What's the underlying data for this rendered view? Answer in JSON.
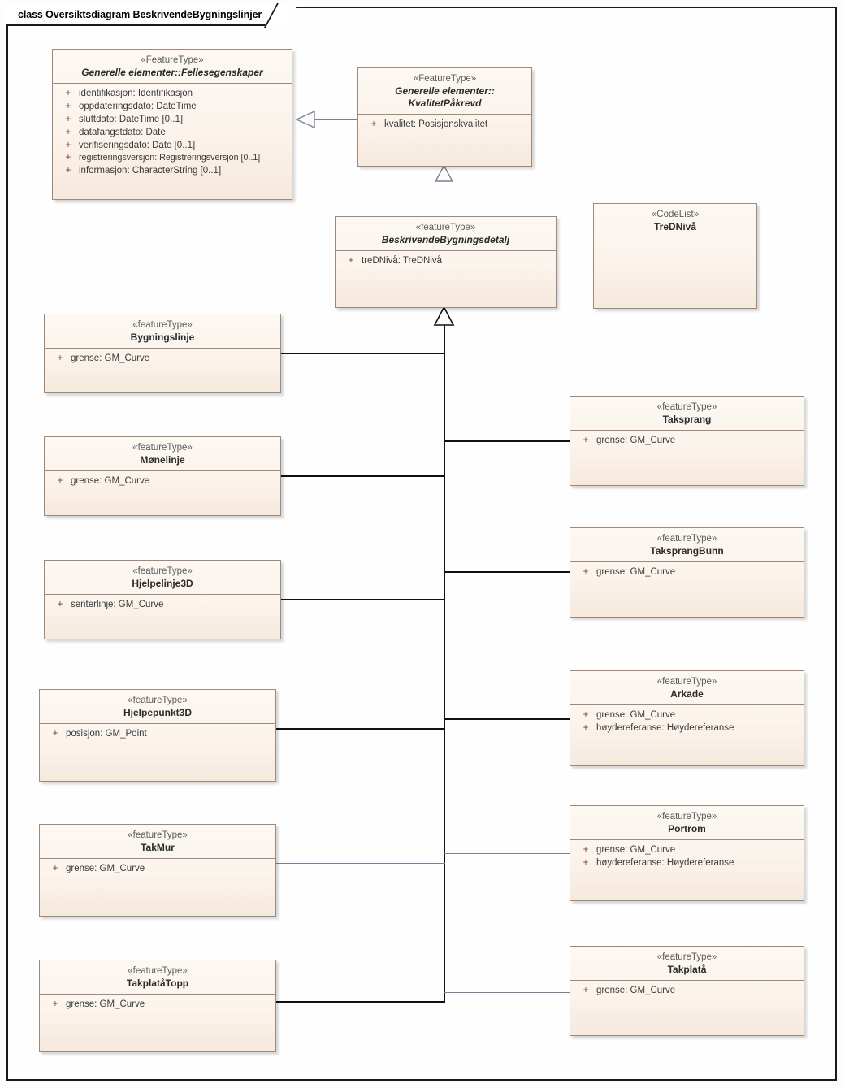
{
  "diagram": {
    "title": "class Oversiktsdiagram BeskrivendeBygningslinjer",
    "accent_border": "#a08878",
    "fill_light": "#fdf8f3",
    "fill_dark": "#f6e9dd",
    "line_black": "#111111",
    "line_blue": "#7b8099"
  },
  "classes": {
    "fellesegenskaper": {
      "stereotype": "«FeatureType»",
      "name": "Generelle elementer::Fellesegenskaper",
      "attributes": [
        {
          "visibility": "+",
          "text": "identifikasjon: Identifikasjon"
        },
        {
          "visibility": "+",
          "text": "oppdateringsdato: DateTime"
        },
        {
          "visibility": "+",
          "text": "sluttdato: DateTime [0..1]"
        },
        {
          "visibility": "+",
          "text": "datafangstdato: Date"
        },
        {
          "visibility": "+",
          "text": "verifiseringsdato: Date [0..1]"
        },
        {
          "visibility": "+",
          "text": "registreringsversjon: Registreringsversjon [0..1]"
        },
        {
          "visibility": "+",
          "text": "informasjon: CharacterString [0..1]"
        }
      ]
    },
    "kvalitetpakrevd": {
      "stereotype": "«FeatureType»",
      "name_line1": "Generelle elementer::",
      "name_line2": "KvalitetPåkrevd",
      "attributes": [
        {
          "visibility": "+",
          "text": "kvalitet: Posisjonskvalitet"
        }
      ]
    },
    "beskrivendebygningsdetalj": {
      "stereotype": "«featureType»",
      "name": "BeskrivendeBygningsdetalj",
      "attributes": [
        {
          "visibility": "+",
          "text": "treDNivå: TreDNivå"
        }
      ]
    },
    "tredniva": {
      "stereotype": "«CodeList»",
      "name": "TreDNivå",
      "attributes": []
    },
    "bygningslinje": {
      "stereotype": "«featureType»",
      "name": "Bygningslinje",
      "attributes": [
        {
          "visibility": "+",
          "text": "grense: GM_Curve"
        }
      ]
    },
    "monelinje": {
      "stereotype": "«featureType»",
      "name": "Mønelinje",
      "attributes": [
        {
          "visibility": "+",
          "text": "grense: GM_Curve"
        }
      ]
    },
    "hjelpelinje3d": {
      "stereotype": "«featureType»",
      "name": "Hjelpelinje3D",
      "attributes": [
        {
          "visibility": "+",
          "text": "senterlinje: GM_Curve"
        }
      ]
    },
    "hjelpepunkt3d": {
      "stereotype": "«featureType»",
      "name": "Hjelpepunkt3D",
      "attributes": [
        {
          "visibility": "+",
          "text": "posisjon: GM_Point"
        }
      ]
    },
    "takmur": {
      "stereotype": "«featureType»",
      "name": "TakMur",
      "attributes": [
        {
          "visibility": "+",
          "text": "grense: GM_Curve"
        }
      ]
    },
    "takplatatopp": {
      "stereotype": "«featureType»",
      "name": "TakplatåTopp",
      "attributes": [
        {
          "visibility": "+",
          "text": "grense: GM_Curve"
        }
      ]
    },
    "taksprang": {
      "stereotype": "«featureType»",
      "name": "Taksprang",
      "attributes": [
        {
          "visibility": "+",
          "text": "grense: GM_Curve"
        }
      ]
    },
    "taksprangbunn": {
      "stereotype": "«featureType»",
      "name": "TaksprangBunn",
      "attributes": [
        {
          "visibility": "+",
          "text": "grense: GM_Curve"
        }
      ]
    },
    "arkade": {
      "stereotype": "«featureType»",
      "name": "Arkade",
      "attributes": [
        {
          "visibility": "+",
          "text": "grense: GM_Curve"
        },
        {
          "visibility": "+",
          "text": "høydereferanse: Høydereferanse"
        }
      ]
    },
    "portrom": {
      "stereotype": "«featureType»",
      "name": "Portrom",
      "attributes": [
        {
          "visibility": "+",
          "text": "grense: GM_Curve"
        },
        {
          "visibility": "+",
          "text": "høydereferanse: Høydereferanse"
        }
      ]
    },
    "takplata": {
      "stereotype": "«featureType»",
      "name": "Takplatå",
      "attributes": [
        {
          "visibility": "+",
          "text": "grense: GM_Curve"
        }
      ]
    }
  },
  "relationships": [
    {
      "type": "generalization",
      "from": "kvalitetpakrevd",
      "to": "fellesegenskaper"
    },
    {
      "type": "generalization",
      "from": "beskrivendebygningsdetalj",
      "to": "kvalitetpakrevd"
    },
    {
      "type": "generalization",
      "from": "bygningslinje",
      "to": "beskrivendebygningsdetalj"
    },
    {
      "type": "generalization",
      "from": "monelinje",
      "to": "beskrivendebygningsdetalj"
    },
    {
      "type": "generalization",
      "from": "hjelpelinje3d",
      "to": "beskrivendebygningsdetalj"
    },
    {
      "type": "generalization",
      "from": "hjelpepunkt3d",
      "to": "beskrivendebygningsdetalj"
    },
    {
      "type": "generalization",
      "from": "takmur",
      "to": "beskrivendebygningsdetalj"
    },
    {
      "type": "generalization",
      "from": "takplatatopp",
      "to": "beskrivendebygningsdetalj"
    },
    {
      "type": "generalization",
      "from": "taksprang",
      "to": "beskrivendebygningsdetalj"
    },
    {
      "type": "generalization",
      "from": "taksprangbunn",
      "to": "beskrivendebygningsdetalj"
    },
    {
      "type": "generalization",
      "from": "arkade",
      "to": "beskrivendebygningsdetalj"
    },
    {
      "type": "generalization",
      "from": "portrom",
      "to": "beskrivendebygningsdetalj"
    },
    {
      "type": "generalization",
      "from": "takplata",
      "to": "beskrivendebygningsdetalj"
    }
  ]
}
